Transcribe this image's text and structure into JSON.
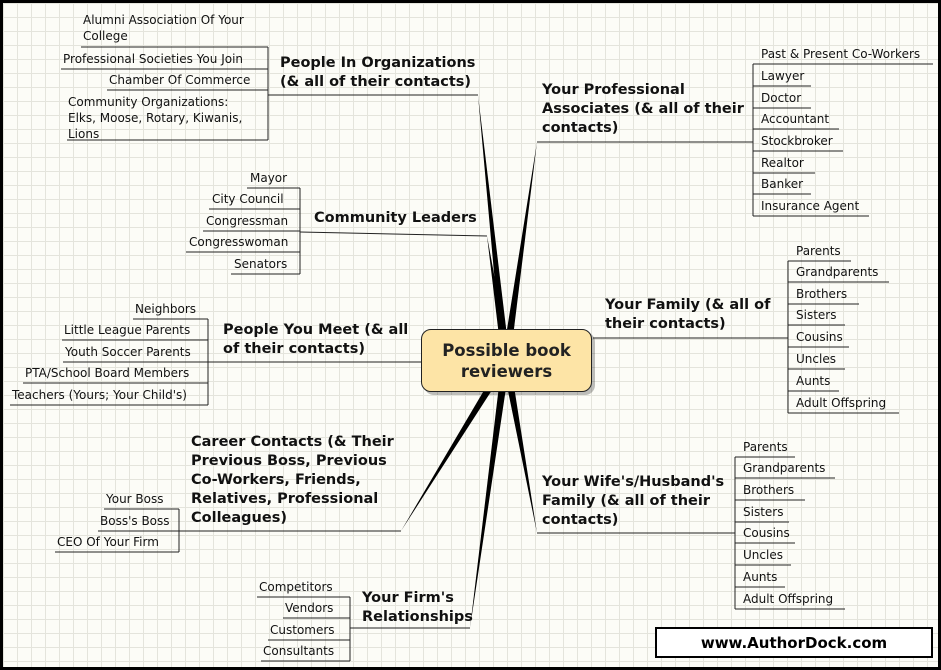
{
  "center": "Possible book\nreviewers",
  "footer": "www.AuthorDock.com",
  "main_color": "#000000",
  "center_fill": "#fde4a6",
  "branches": {
    "organizations": {
      "title": [
        "People In Organizations",
        "(& all of their contacts)"
      ],
      "items": [
        "Alumni Association Of Your",
        "College",
        "Professional Societies You Join",
        "Chamber Of Commerce",
        "Community Organizations:",
        "Elks, Moose, Rotary, Kiwanis,",
        "Lions"
      ]
    },
    "professional": {
      "title": [
        "Your Professional",
        "Associates (& all of their",
        "contacts)"
      ],
      "items": [
        "Past & Present Co-Workers",
        "Lawyer",
        "Doctor",
        "Accountant",
        "Stockbroker",
        "Realtor",
        "Banker",
        "Insurance Agent"
      ]
    },
    "community": {
      "title": [
        "Community Leaders"
      ],
      "items": [
        "Mayor",
        "City Council",
        "Congressman",
        "Congresswoman",
        "Senators"
      ]
    },
    "family": {
      "title": [
        "Your Family (& all of",
        "their contacts)"
      ],
      "items": [
        "Parents",
        "Grandparents",
        "Brothers",
        "Sisters",
        "Cousins",
        "Uncles",
        "Aunts",
        "Adult Offspring"
      ]
    },
    "meet": {
      "title": [
        "People You Meet (& all",
        "of their contacts)"
      ],
      "items": [
        "Neighbors",
        "Little League Parents",
        "Youth Soccer Parents",
        "PTA/School Board Members",
        "Teachers (Yours; Your Child's)"
      ]
    },
    "career": {
      "title": [
        "Career Contacts (& Their",
        "Previous Boss, Previous",
        "Co-Workers, Friends,",
        "Relatives, Professional",
        "Colleagues)"
      ],
      "items": [
        "Your Boss",
        "Boss's Boss",
        "CEO Of Your Firm"
      ]
    },
    "spouse": {
      "title": [
        "Your Wife's/Husband's",
        "Family (& all of their",
        "contacts)"
      ],
      "items": [
        "Parents",
        "Grandparents",
        "Brothers",
        "Sisters",
        "Cousins",
        "Uncles",
        "Aunts",
        "Adult Offspring"
      ]
    },
    "firm": {
      "title": [
        "Your Firm's",
        "Relationships"
      ],
      "items": [
        "Competitors",
        "Vendors",
        "Customers",
        "Consultants"
      ]
    }
  }
}
